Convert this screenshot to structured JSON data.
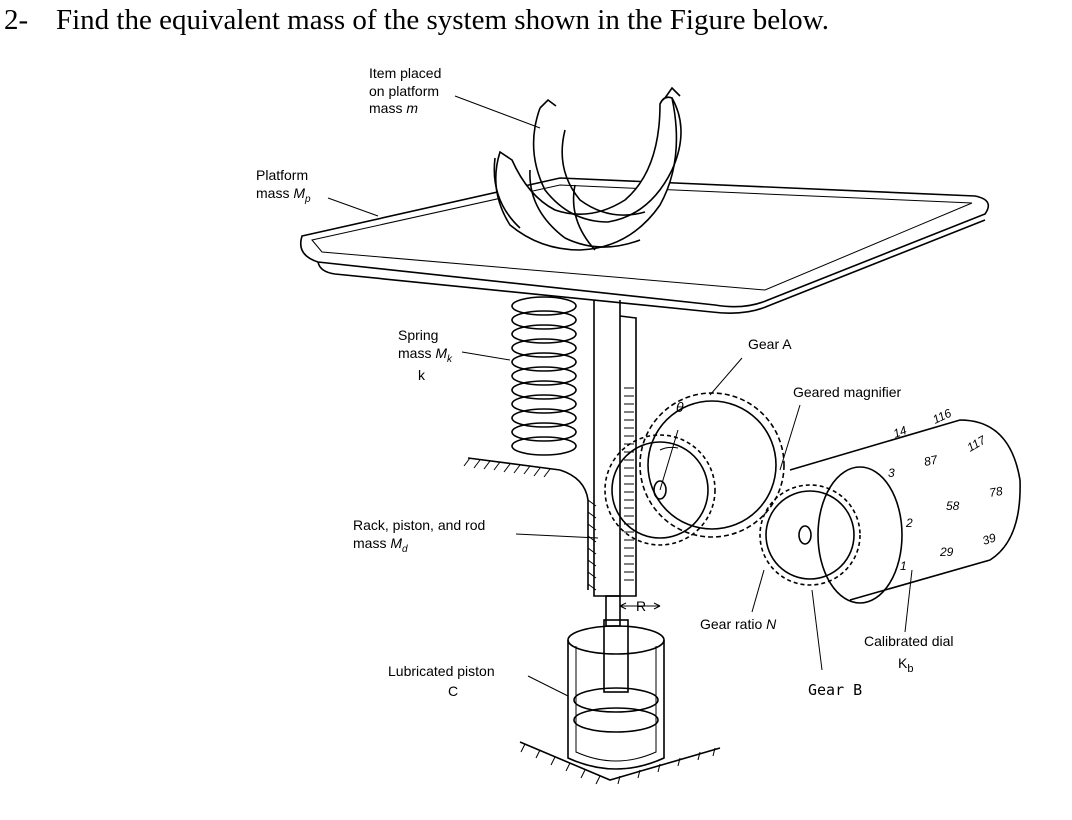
{
  "question": {
    "number": "2-",
    "text": "Find the equivalent mass of the system shown in the Figure below."
  },
  "figure": {
    "item_label": [
      "Item placed",
      "on platform",
      "mass "
    ],
    "item_symbol": "m",
    "platform_label": [
      "Platform",
      "mass "
    ],
    "platform_symbol": "M",
    "platform_sub": "p",
    "spring_label": [
      "Spring",
      "mass "
    ],
    "spring_symbol": "M",
    "spring_sub": "k",
    "spring_k": "k",
    "gear_a": "Gear A",
    "geared_magnifier": "Geared magnifier",
    "theta": "θ",
    "rack_label": [
      "Rack, piston, and rod",
      "mass "
    ],
    "rack_symbol": "M",
    "rack_sub": "d",
    "r_label": "R",
    "gear_ratio": "Gear ratio ",
    "gear_ratio_symbol": "N",
    "lubricated": [
      "Lubricated piston",
      "C"
    ],
    "calibrated": "Calibrated dial",
    "kb": "K",
    "kb_sub": "b",
    "gear_b": "Gear B",
    "dial_numbers": [
      "3",
      "87",
      "117",
      "2",
      "58",
      "78",
      "29",
      "39",
      "1",
      "14",
      "116"
    ]
  },
  "colors": {
    "ink": "#000000",
    "background": "#ffffff",
    "shade": "#d9d9d9"
  }
}
